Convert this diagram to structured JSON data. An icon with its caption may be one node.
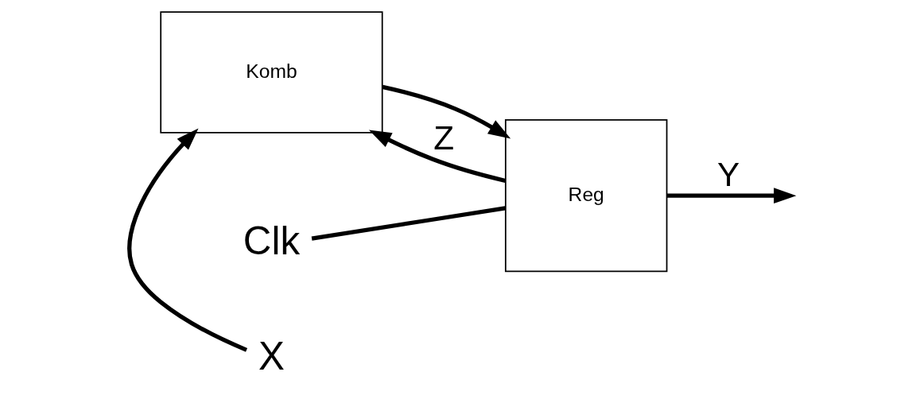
{
  "diagram": {
    "nodes": [
      {
        "text": [
          "Komb"
        ]
      },
      {
        "text": [
          "Reg"
        ]
      },
      {
        "text": [
          "X"
        ]
      },
      {
        "text": [
          "Clk"
        ]
      }
    ],
    "edges": [
      {
        "from": 2,
        "to": 0,
        "arrow": "to"
      },
      {
        "from": 0,
        "to": 1,
        "arrow": "to"
      },
      {
        "from": 1,
        "to": null,
        "arrow": "to",
        "label": "Y"
      },
      {
        "from": 1,
        "to": 0,
        "arrow": "to",
        "label": "Z"
      },
      {
        "from": 3,
        "to": 1,
        "arrow": "none"
      }
    ]
  }
}
